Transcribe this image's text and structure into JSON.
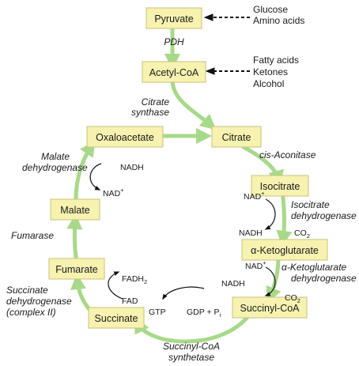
{
  "nodes": {
    "pyruvate": "Pyruvate",
    "acetyl_coa": "Acetyl-CoA",
    "citrate": "Citrate",
    "isocitrate": "Isocitrate",
    "alpha_ketoglutarate": "α-Ketoglutarate",
    "succinyl_coa": "Succinyl-CoA",
    "succinate": "Succinate",
    "fumarate": "Fumarate",
    "malate": "Malate",
    "oxaloacetate": "Oxaloacetate"
  },
  "inputs": {
    "pyruvate_sources": [
      "Glucose",
      "Amino acids"
    ],
    "acetyl_sources": [
      "Fatty acids",
      "Ketones",
      "Alcohol"
    ]
  },
  "enzymes": {
    "pdh": "PDH",
    "citrate_synthase": [
      "Citrate",
      "synthase"
    ],
    "cis_aconitase": "cis-Aconitase",
    "isocitrate_dh": [
      "Isocitrate",
      "dehydrogenase"
    ],
    "akg_dh": [
      "α-Ketoglutarate",
      "dehydrogenase"
    ],
    "succinyl_coa_synthetase": [
      "Succinyl-CoA",
      "synthetase"
    ],
    "succinate_dh": [
      "Succinate",
      "dehydrogenase",
      "(complex II)"
    ],
    "fumarase": "Fumarase",
    "malate_dh": [
      "Malate",
      "dehydrogenase"
    ]
  },
  "cofactors": {
    "nad_plus_base": "NAD",
    "nad_plus_sup": "+",
    "nadh": "NADH",
    "co2_base": "CO",
    "co2_sub": "2",
    "gtp": "GTP",
    "gdp_pi_base": "GDP + P",
    "gdp_pi_sub": "i",
    "fadh2_base": "FADH",
    "fadh2_sub": "2",
    "fad": "FAD"
  }
}
